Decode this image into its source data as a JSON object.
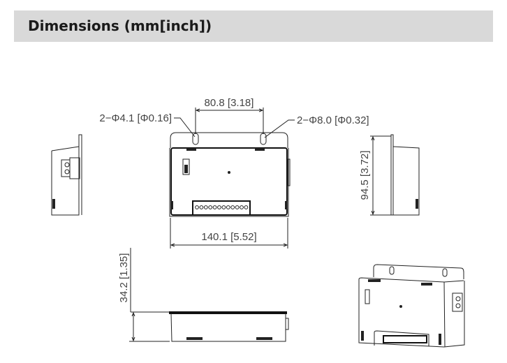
{
  "header": {
    "title": "Dimensions (mm[inch])"
  },
  "dimensions": {
    "hole_spacing": "80.8 [3.18]",
    "small_hole": "2−Φ4.1 [Φ0.16]",
    "large_hole": "2−Φ8.0 [Φ0.32]",
    "width": "140.1 [5.52]",
    "height": "94.5 [3.72]",
    "depth": "34.2 [1.35]"
  }
}
